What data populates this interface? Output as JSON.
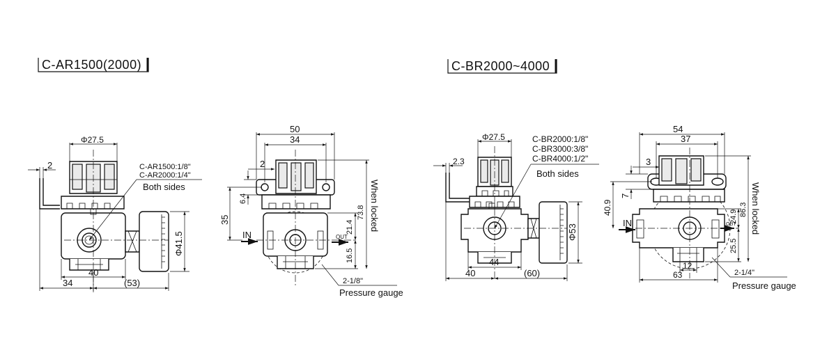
{
  "titles": {
    "left_model": "C-AR1500(2000)",
    "right_model": "C-BR2000~4000"
  },
  "fig1": {
    "dia": "Φ27.5",
    "gap": "2",
    "port_1500": "C-AR1500:1/8\"",
    "port_2000": "C-AR2000:1/4\"",
    "both_sides": "Both sides",
    "gauge_dia": "Φ41.5",
    "w34": "34",
    "w40": "40",
    "w53": "(53)"
  },
  "fig2": {
    "w50": "50",
    "w34": "34",
    "d2": "2",
    "d64": "6.4",
    "h35": "35",
    "in_label": "IN",
    "out_label": "OUT",
    "d214": "21.4",
    "d165": "16.5",
    "h738": "73.8",
    "locked": "When locked",
    "gauge_port": "2-1/8\"",
    "gauge": "Pressure gauge"
  },
  "fig3": {
    "dia": "Φ27.5",
    "gap": "2.3",
    "port_2000": "C-BR2000:1/8\"",
    "port_3000": "C-BR3000:3/8\"",
    "port_4000": "C-BR4000:1/2\"",
    "both_sides": "Both sides",
    "gauge_dia": "Φ53",
    "w44": "44",
    "w40": "40",
    "w60": "(60)"
  },
  "fig4": {
    "w54": "54",
    "w37": "37",
    "d3": "3",
    "d7": "7",
    "h409": "40.9",
    "in_label": "IN",
    "out_label": "OUT",
    "d249": "24.9",
    "h863": "86.3",
    "d255": "25.5",
    "w12": "12",
    "w63": "63",
    "locked": "When locked",
    "gauge_port": "2-1/4\"",
    "gauge": "Pressure gauge"
  }
}
